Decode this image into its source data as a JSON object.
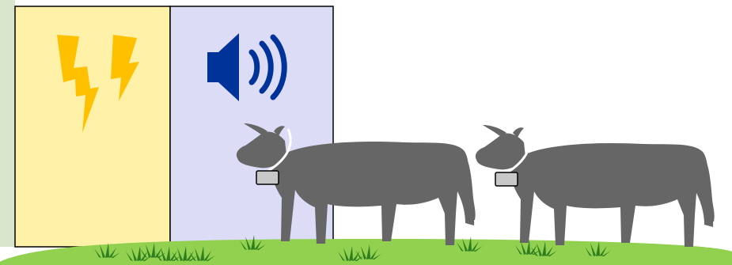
{
  "scene": {
    "zones": [
      {
        "name": "electric-shock-zone",
        "icon": "lightning-bolts-icon",
        "fill": "#fff2a8"
      },
      {
        "name": "audio-cue-zone",
        "icon": "speaker-sound-icon",
        "fill": "#dcdcf7"
      }
    ],
    "cows": [
      {
        "name": "cow-1",
        "has_collar": true
      },
      {
        "name": "cow-2",
        "has_collar": true
      }
    ],
    "colors": {
      "left_strip": "#d9e6cc",
      "shock_zone": "#fff2a8",
      "audio_zone": "#dcdcf7",
      "bolt": "#ffc000",
      "speaker": "#003399",
      "cow": "#666666",
      "collar_band": "#ffffff",
      "collar_device": "#c8c8c8",
      "ground": "#92d050",
      "grass": "#2e7d1e",
      "outline": "#000000"
    }
  }
}
